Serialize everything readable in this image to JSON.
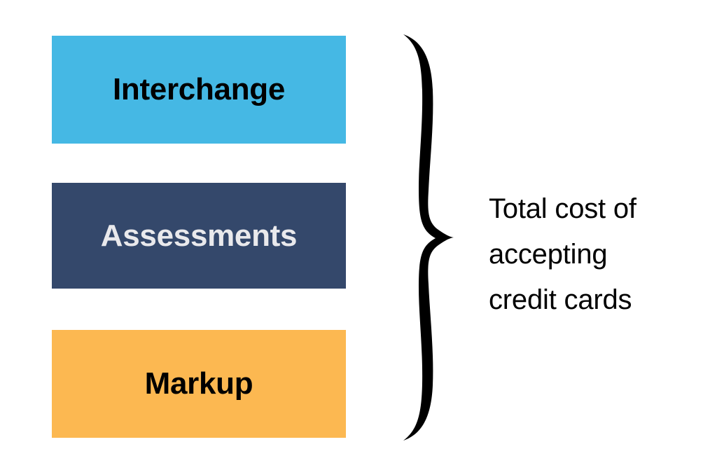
{
  "diagram": {
    "title": "Total cost of accepting credit cards",
    "background_color": "#FFFFFF"
  },
  "components": [
    {
      "id": "interchange",
      "label": "Interchange",
      "fill_color": "#45B8E4",
      "text_color": "#000000"
    },
    {
      "id": "assessments",
      "label": "Assessments",
      "fill_color": "#34486B",
      "text_color": "#E9E9EC"
    },
    {
      "id": "markup",
      "label": "Markup",
      "fill_color": "#FCB851",
      "text_color": "#000000"
    }
  ],
  "brace": {
    "name": "right-curly-brace",
    "color": "#000000",
    "direction": "points-right"
  },
  "total": {
    "lines": [
      "Total cost of",
      "accepting",
      "credit cards"
    ],
    "full_text": "Total cost of accepting credit cards",
    "text_color": "#000000"
  }
}
